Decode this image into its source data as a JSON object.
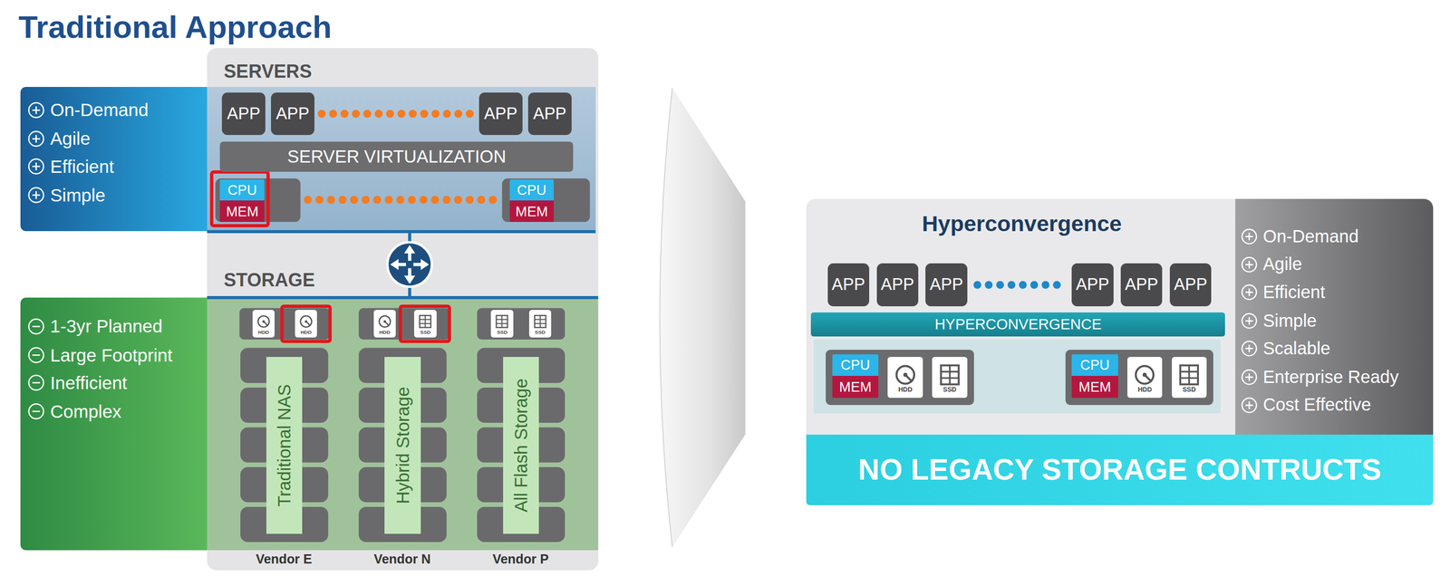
{
  "diagram": {
    "title": "Traditional Approach",
    "nodes": [
      {
        "text": [
          "On-Demand",
          "Agile",
          "Efficient",
          "Simple"
        ]
      },
      {
        "text": [
          "SERVERS"
        ]
      },
      {
        "text": [
          "APP"
        ],
        "in": 1
      },
      {
        "text": [
          "APP"
        ],
        "in": 1
      },
      {
        "text": [
          "APP"
        ],
        "in": 1
      },
      {
        "text": [
          "APP"
        ],
        "in": 1
      },
      {
        "text": [
          "SERVER VIRTUALIZATION"
        ],
        "in": 1
      },
      {
        "text": [
          "CPU",
          "MEM"
        ],
        "in": 1
      },
      {
        "text": [
          "CPU",
          "MEM"
        ],
        "in": 1
      },
      {
        "text": [
          "1-3yr Planned",
          "Large Footprint",
          "Inefficient",
          "Complex"
        ]
      },
      {
        "text": [
          "STORAGE"
        ]
      },
      {
        "text": [
          "Traditional NAS"
        ],
        "in": 10
      },
      {
        "text": [
          "Hybrid Storage"
        ],
        "in": 10
      },
      {
        "text": [
          "All Flash Storage"
        ],
        "in": 10
      },
      {
        "text": [
          "Hyperconvergence"
        ]
      },
      {
        "text": [
          "APP"
        ],
        "in": 14
      },
      {
        "text": [
          "APP"
        ],
        "in": 14
      },
      {
        "text": [
          "APP"
        ],
        "in": 14
      },
      {
        "text": [
          "APP"
        ],
        "in": 14
      },
      {
        "text": [
          "APP"
        ],
        "in": 14
      },
      {
        "text": [
          "APP"
        ],
        "in": 14
      },
      {
        "text": [
          "HYPERCONVERGENCE"
        ],
        "in": 14
      },
      {
        "text": [
          "HDD",
          "SSD"
        ],
        "in": 14
      },
      {
        "text": [
          "CPU",
          "MEM"
        ],
        "in": 22
      },
      {
        "text": [
          "HDD",
          "SSD"
        ],
        "in": 14
      },
      {
        "text": [
          "CPU",
          "MEM"
        ],
        "in": 24
      },
      {
        "text": [
          "On-Demand",
          "Agile",
          "Efficient",
          "Simple",
          "Scalable",
          "Enterprise Ready",
          "Cost Effective"
        ]
      },
      {
        "text": [
          "NO LEGACY STORAGE CONTRUCTS"
        ]
      }
    ],
    "edges": [
      {
        "from": 1,
        "to": 10,
        "arrow": "none"
      },
      {
        "from": 22,
        "to": 24,
        "arrow": "none"
      }
    ],
    "labels": [
      "HDD",
      "HDD",
      "HDD",
      "SSD",
      "SSD",
      "SSD",
      "Vendor E",
      "Vendor N",
      "Vendor P"
    ]
  }
}
